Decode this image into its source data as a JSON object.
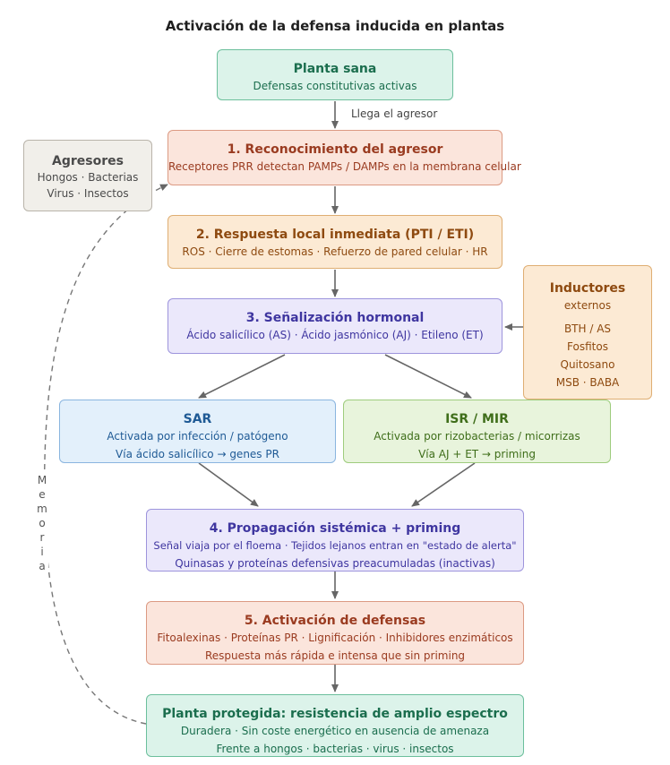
{
  "title": "Activación de la defensa inducida en plantas",
  "nodes": {
    "planta_sana": {
      "title": "Planta sana",
      "lines": [
        "Defensas constitutivas activas"
      ]
    },
    "reconocimiento": {
      "title": "1. Reconocimiento del agresor",
      "lines": [
        "Receptores PRR detectan PAMPs / DAMPs en la membrana celular"
      ]
    },
    "agresores": {
      "title": "Agresores",
      "lines": [
        "Hongos · Bacterias",
        "Virus · Insectos"
      ]
    },
    "respuesta_local": {
      "title": "2. Respuesta local inmediata (PTI / ETI)",
      "lines": [
        "ROS · Cierre de estomas · Refuerzo de pared celular · HR"
      ]
    },
    "senalizacion": {
      "title": "3. Señalización hormonal",
      "lines": [
        "Ácido salicílico (AS) · Ácido jasmónico (AJ) · Etileno (ET)"
      ]
    },
    "inductores": {
      "title": "Inductores",
      "lines": [
        "externos",
        "BTH / AS",
        "Fosfitos",
        "Quitosano",
        "MSB · BABA"
      ]
    },
    "sar": {
      "title": "SAR",
      "lines": [
        "Activada por infección / patógeno",
        "Vía ácido salicílico → genes PR"
      ]
    },
    "isr": {
      "title": "ISR / MIR",
      "lines": [
        "Activada por rizobacterias / micorrizas",
        "Vía AJ + ET → priming"
      ]
    },
    "propagacion": {
      "title": "4. Propagación sistémica + priming",
      "lines": [
        "Señal viaja por el floema · Tejidos lejanos entran en \"estado de alerta\"",
        "Quinasas y proteínas defensivas preacumuladas (inactivas)"
      ]
    },
    "activacion": {
      "title": "5. Activación de defensas",
      "lines": [
        "Fitoalexinas · Proteínas PR · Lignificación · Inhibidores enzimáticos",
        "Respuesta más rápida e intensa que sin priming"
      ]
    },
    "protegida": {
      "title": "Planta protegida: resistencia de amplio espectro",
      "lines": [
        "Duradera · Sin coste energético en ausencia de amenaza",
        "Frente a hongos · bacterias · virus · insectos"
      ]
    }
  },
  "edge_labels": {
    "llega": "Llega el agresor",
    "memoria": [
      "M",
      "e",
      "m",
      "o",
      "r",
      "i",
      "a"
    ]
  }
}
